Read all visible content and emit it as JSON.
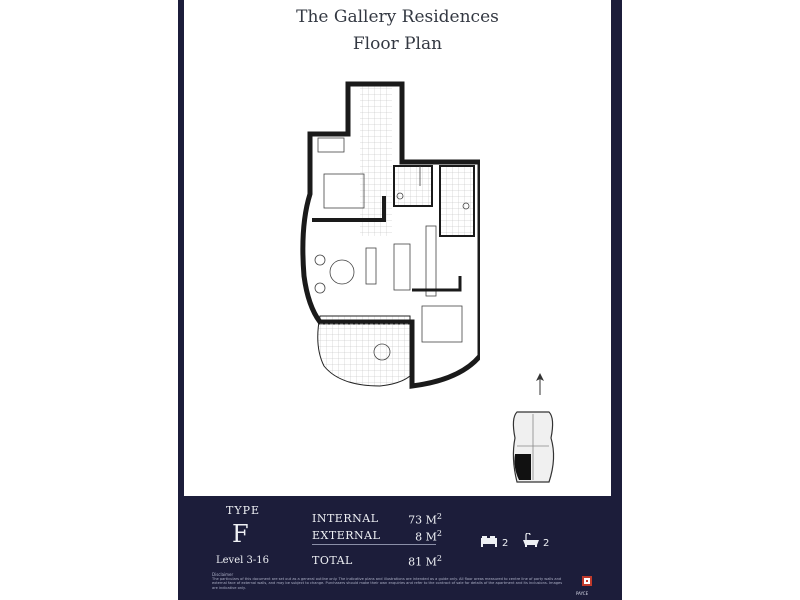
{
  "header": {
    "title_line1": "The Gallery Residences",
    "title_line2": "Floor Plan"
  },
  "colors": {
    "panel_bg": "#1c1d3a",
    "wall": "#1a1a1a",
    "accent_logo": "#c0392b"
  },
  "icons": {
    "north_arrow": "north-arrow-icon",
    "bed": "bed-icon",
    "bath": "bath-icon",
    "logo": "developer-logo-icon"
  },
  "info": {
    "type_label": "TYPE",
    "type_value": "F",
    "level": "Level 3-16",
    "internal_label": "INTERNAL",
    "internal_value": "73 M",
    "external_label": "EXTERNAL",
    "external_value": "8 M",
    "total_label": "TOTAL",
    "total_value": "81 M",
    "unit_sup": "2",
    "bedrooms": "2",
    "bathrooms": "2"
  },
  "footer": {
    "disclaimer_heading": "Disclaimer",
    "disclaimer": "The particulars of this document are set out as a general outline only. The indicative plans and illustrations are intended as a guide only. All floor areas measured to centre line of party walls and external face of external walls, and may be subject to change. Purchasers should make their own enquiries and refer to the contract of sale for details of the apartment and its inclusions. Images are indicative only.",
    "logo_text": "PAYCE"
  }
}
